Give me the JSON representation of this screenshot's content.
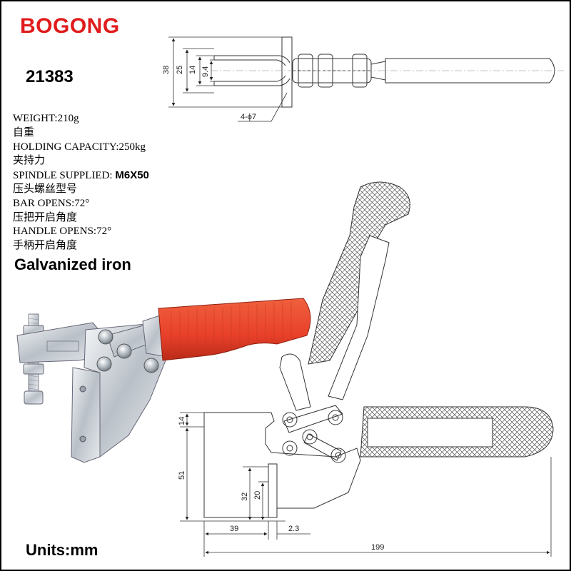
{
  "brand": {
    "name": "BOGONG",
    "color": "#e01b1b"
  },
  "model": "21383",
  "specs": [
    {
      "label": "WEIGHT:",
      "value": "210g"
    },
    {
      "label": "自重"
    },
    {
      "label": "HOLDING CAPACITY:",
      "value": "250kg"
    },
    {
      "label": "夹持力"
    },
    {
      "label": "SPINDLE SUPPLIED: ",
      "value": "M6X50"
    },
    {
      "label": "压头螺丝型号"
    },
    {
      "label": "BAR OPENS:",
      "value": "72°"
    },
    {
      "label": "压把开启角度"
    },
    {
      "label": "HANDLE OPENS:",
      "value": "72°"
    },
    {
      "label": "手柄开启角度"
    }
  ],
  "material": "Galvanized iron",
  "units": "Units:mm",
  "top_view_dims": {
    "d38": "38",
    "d25": "25",
    "d14": "14",
    "d9_4": "9.4",
    "holes": "4-ϕ7"
  },
  "side_view_dims": {
    "d14": "14",
    "d51": "51",
    "d32": "32",
    "d20": "20",
    "d39": "39",
    "d2_3": "2.3",
    "d199": "199"
  },
  "handle_grip_color": "#e8402a"
}
